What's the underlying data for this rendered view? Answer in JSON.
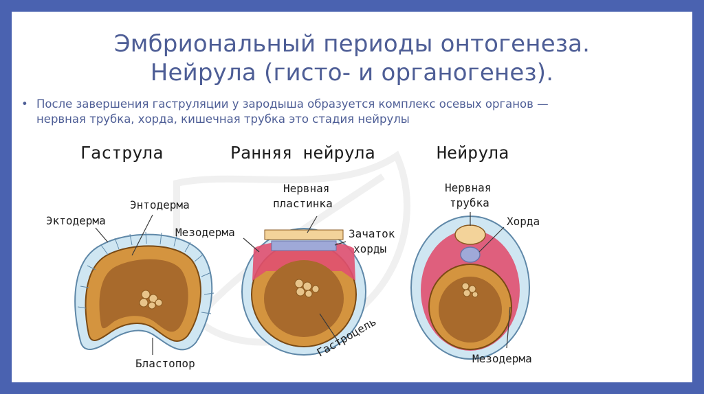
{
  "slide": {
    "title_line1": "Эмбриональный периоды онтогенеза.",
    "title_line2": "Нейрула (гисто- и органогенез).",
    "bullet_line1": "После завершения гаструляции у зародыша образуется комплекс осевых органов —",
    "bullet_line2": "нервная трубка, хорда, кишечная трубка это стадия нейрулы"
  },
  "diagram": {
    "stages": {
      "gastrula": "Гаструла",
      "early_neurula": "Ранняя нейрула",
      "neurula": "Нейрула"
    },
    "labels": {
      "ectoderm": "Эктодерма",
      "endoderm": "Энтодерма",
      "blastopore": "Бластопор",
      "mesoderm_early": "Мезодерма",
      "neural_plate_1": "Нервная",
      "neural_plate_2": "пластинка",
      "chorda_rudiment_1": "Зачаток",
      "chorda_rudiment_2": "хорды",
      "gastrocoel": "Гастроцель",
      "neural_tube_1": "Нервная",
      "neural_tube_2": "трубка",
      "chorda": "Хорда",
      "mesoderm_late": "Мезодерма"
    },
    "colors": {
      "ectoderm": "#cfe6f2",
      "endoderm": "#d4943f",
      "cavity": "#a86a2c",
      "mesoderm": "#e05070",
      "neural": "#f3d39a",
      "chorda": "#9fa9d8"
    }
  }
}
